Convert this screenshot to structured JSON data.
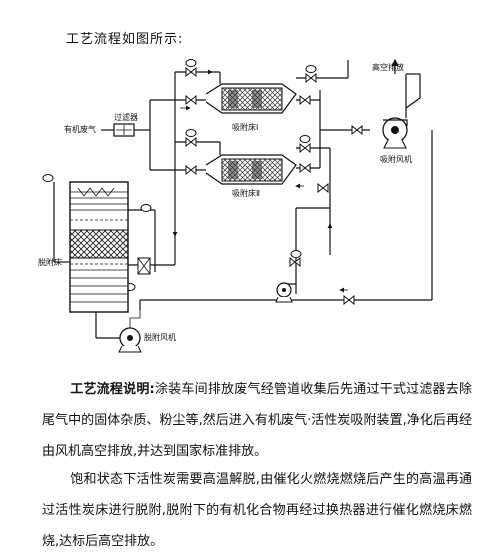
{
  "heading": "工艺流程如图所示:",
  "labels": {
    "high_altitude_exhaust": "高空排放",
    "organic_waste_gas": "有机废气",
    "filter": "过滤器",
    "adsorption_bed_1": "吸附床Ⅰ",
    "adsorption_bed_2": "吸附床Ⅱ",
    "adsorption_fan": "吸附风机",
    "desorption_bed": "脱附床",
    "desorption_fan": "脱附风机"
  },
  "description": {
    "title": "工艺流程说明:",
    "paragraph1": "涂装车间排放废气经管道收集后先通过干式过滤器去除尾气中的固体杂质、粉尘等,然后进入有机废气·活性炭吸附装置,净化后再经由风机高空排放,并达到国家标准排放。",
    "paragraph2": "饱和状态下活性炭需要高温解脱,由催化火燃烧燃烧后产生的高温再通过活性炭床进行脱附,脱附下的有机化合物再经过换热器进行催化燃烧床燃烧,达标后高空排放。"
  }
}
